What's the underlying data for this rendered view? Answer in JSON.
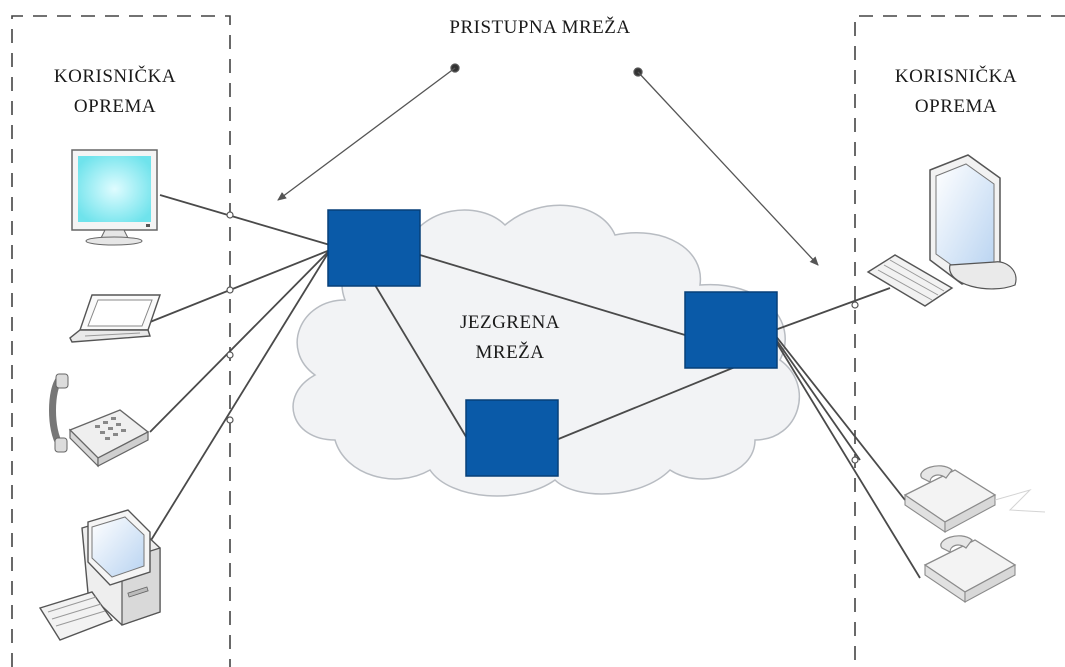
{
  "labels": {
    "access_network": "PRISTUPNA MREŽA",
    "user_equipment_left": [
      "KORISNIČKA",
      "OPREMA"
    ],
    "user_equipment_right": [
      "KORISNIČKA",
      "OPREMA"
    ],
    "core_network": [
      "JEZGRENA",
      "MREŽA"
    ]
  },
  "colors": {
    "node_fill": "#0a5aa8",
    "node_edge": "#063f78",
    "line": "#4a4a4a",
    "cloud_fill": "#f2f3f5",
    "cloud_stroke": "#b8bcc2",
    "border": "#444444",
    "screen_cyan": "#7de8ef",
    "screen_blue": "#cfe2f6"
  },
  "icons": {
    "left": [
      "monitor-icon",
      "laptop-icon",
      "telephone-icon",
      "desktop-pc-icon"
    ],
    "right": [
      "monitor-keyboard-icon",
      "telephone-icon",
      "telephone-icon"
    ]
  }
}
